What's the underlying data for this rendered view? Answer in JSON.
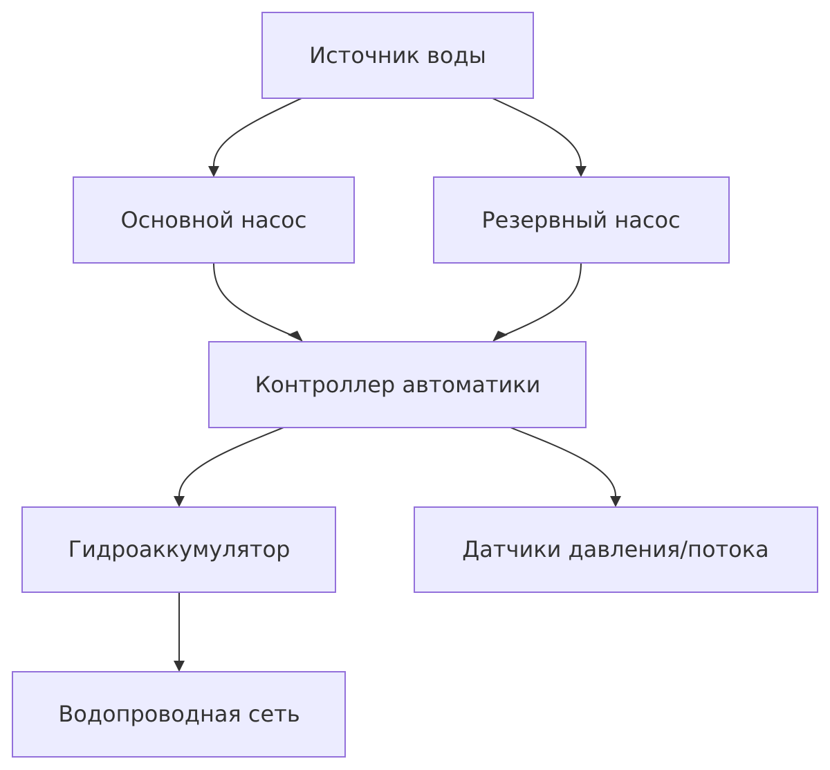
{
  "diagram": {
    "nodes": {
      "source": "Источник воды",
      "main_pump": "Основной насос",
      "backup_pump": "Резервный насос",
      "controller": "Контроллер автоматики",
      "accumulator": "Гидроаккумулятор",
      "sensors": "Датчики давления/потока",
      "network": "Водопроводная сеть"
    },
    "edges": [
      {
        "from": "source",
        "to": "main_pump"
      },
      {
        "from": "source",
        "to": "backup_pump"
      },
      {
        "from": "main_pump",
        "to": "controller"
      },
      {
        "from": "backup_pump",
        "to": "controller"
      },
      {
        "from": "controller",
        "to": "accumulator"
      },
      {
        "from": "controller",
        "to": "sensors"
      },
      {
        "from": "accumulator",
        "to": "network"
      }
    ],
    "colors": {
      "node_fill": "#ECECFF",
      "node_stroke": "#9370DB",
      "edge": "#333333",
      "text": "#333333"
    }
  }
}
